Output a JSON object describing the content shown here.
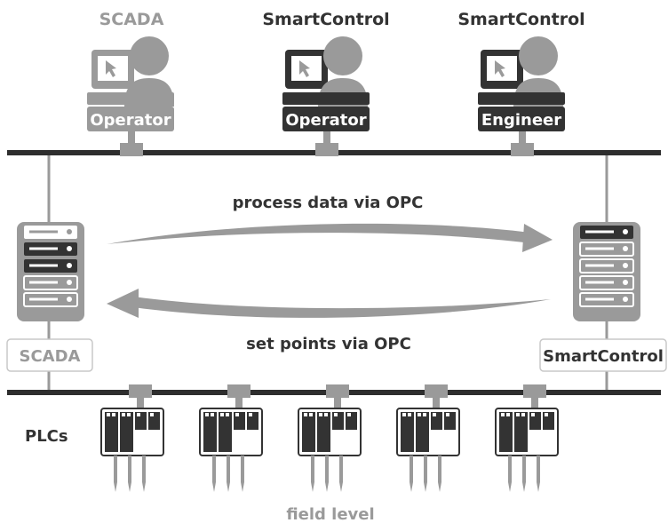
{
  "stations": [
    {
      "title": "SCADA",
      "role": "Operator",
      "color": "#9a9a9a",
      "title_color": "#9a9a9a"
    },
    {
      "title": "SmartControl",
      "role": "Operator",
      "color": "#333333",
      "title_color": "#333333"
    },
    {
      "title": "SmartControl",
      "role": "Engineer",
      "color": "#333333",
      "title_color": "#333333"
    }
  ],
  "servers": {
    "left_label": "SCADA",
    "right_label": "SmartControl"
  },
  "arrows": {
    "top_label": "process data via OPC",
    "bottom_label": "set points via OPC"
  },
  "plcs_label": "PLCs",
  "field_label": "field level",
  "colors": {
    "dark": "#333333",
    "gray": "#9a9a9a",
    "light_gray": "#b5b5b5",
    "bus": "#2e2e2e"
  }
}
